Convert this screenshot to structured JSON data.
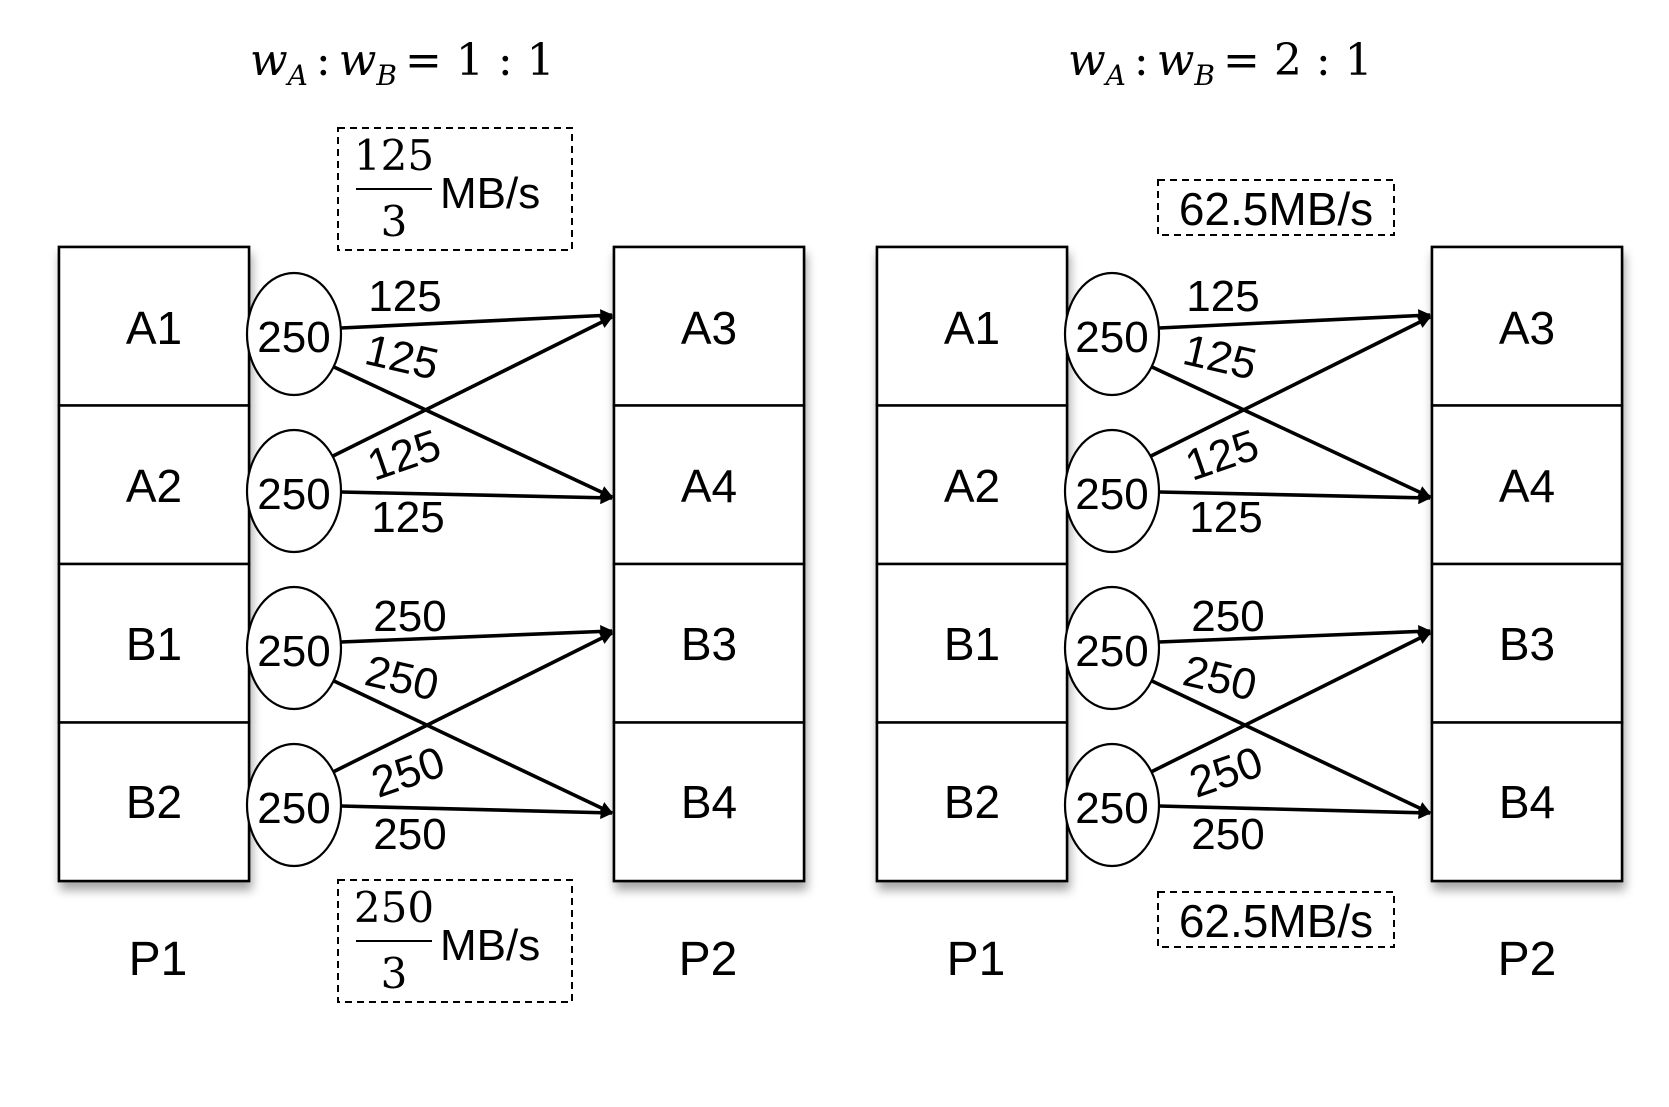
{
  "panels": [
    {
      "ratio": {
        "w1": "w",
        "s1": "A",
        "colon": ":",
        "w2": "w",
        "s2": "B",
        "value": "= 1 : 1"
      },
      "src_group_label": "P1",
      "dst_group_label": "P2",
      "src_rows": [
        "A1",
        "A2",
        "B1",
        "B2"
      ],
      "dst_rows": [
        "A3",
        "A4",
        "B3",
        "B4"
      ],
      "capacities": [
        "250",
        "250",
        "250",
        "250"
      ],
      "edges": [
        {
          "from": 0,
          "to": 0,
          "label": "125"
        },
        {
          "from": 0,
          "to": 1,
          "label": "125"
        },
        {
          "from": 1,
          "to": 0,
          "label": "125"
        },
        {
          "from": 1,
          "to": 1,
          "label": "125"
        },
        {
          "from": 2,
          "to": 2,
          "label": "250"
        },
        {
          "from": 2,
          "to": 3,
          "label": "250"
        },
        {
          "from": 3,
          "to": 2,
          "label": "250"
        },
        {
          "from": 3,
          "to": 3,
          "label": "250"
        }
      ],
      "rate_top": {
        "numerator": "125",
        "denominator": "3",
        "unit": "MB/s"
      },
      "rate_bottom": {
        "numerator": "250",
        "denominator": "3",
        "unit": "MB/s"
      }
    },
    {
      "ratio": {
        "w1": "w",
        "s1": "A",
        "colon": ":",
        "w2": "w",
        "s2": "B",
        "value": "= 2 : 1"
      },
      "src_group_label": "P1",
      "dst_group_label": "P2",
      "src_rows": [
        "A1",
        "A2",
        "B1",
        "B2"
      ],
      "dst_rows": [
        "A3",
        "A4",
        "B3",
        "B4"
      ],
      "capacities": [
        "250",
        "250",
        "250",
        "250"
      ],
      "edges": [
        {
          "from": 0,
          "to": 0,
          "label": "125"
        },
        {
          "from": 0,
          "to": 1,
          "label": "125"
        },
        {
          "from": 1,
          "to": 0,
          "label": "125"
        },
        {
          "from": 1,
          "to": 1,
          "label": "125"
        },
        {
          "from": 2,
          "to": 2,
          "label": "250"
        },
        {
          "from": 2,
          "to": 3,
          "label": "250"
        },
        {
          "from": 3,
          "to": 2,
          "label": "250"
        },
        {
          "from": 3,
          "to": 3,
          "label": "250"
        }
      ],
      "rate_top": {
        "text": "62.5MB/s"
      },
      "rate_bottom": {
        "text": "62.5MB/s"
      }
    }
  ]
}
